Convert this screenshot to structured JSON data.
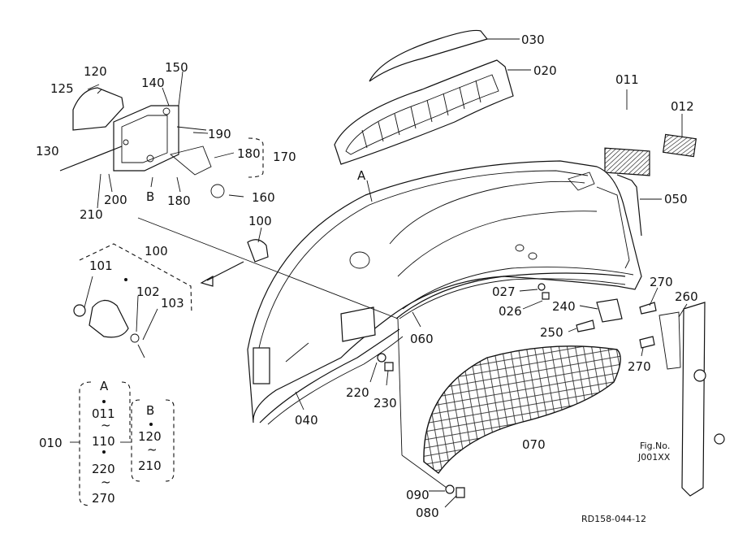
{
  "labels": {
    "p030": "030",
    "p020": "020",
    "p011": "011",
    "p012": "012",
    "p050": "050",
    "p120": "120",
    "p150": "150",
    "p125": "125",
    "p140": "140",
    "p190": "190",
    "p130": "130",
    "p180a": "180",
    "p170": "170",
    "pB": "B",
    "p160": "160",
    "p200": "200",
    "p210": "210",
    "p180b": "180",
    "pA": "A",
    "p100a": "100",
    "p100b": "100",
    "p101": "101",
    "p102": "102",
    "p103": "103",
    "p027": "027",
    "p026": "026",
    "p270a": "270",
    "p260": "260",
    "p240": "240",
    "p250": "250",
    "p270b": "270",
    "p060": "060",
    "p220": "220",
    "p230": "230",
    "p040": "040",
    "p070": "070",
    "p090": "090",
    "p080": "080"
  },
  "group_legend": {
    "left_parent": "010",
    "col_a": [
      "A",
      "011",
      "110",
      "220",
      "270"
    ],
    "col_b": [
      "B",
      "120",
      "210"
    ]
  },
  "fig_no": [
    "Fig.No.",
    "J001XX"
  ],
  "code": "RD158-044-12"
}
